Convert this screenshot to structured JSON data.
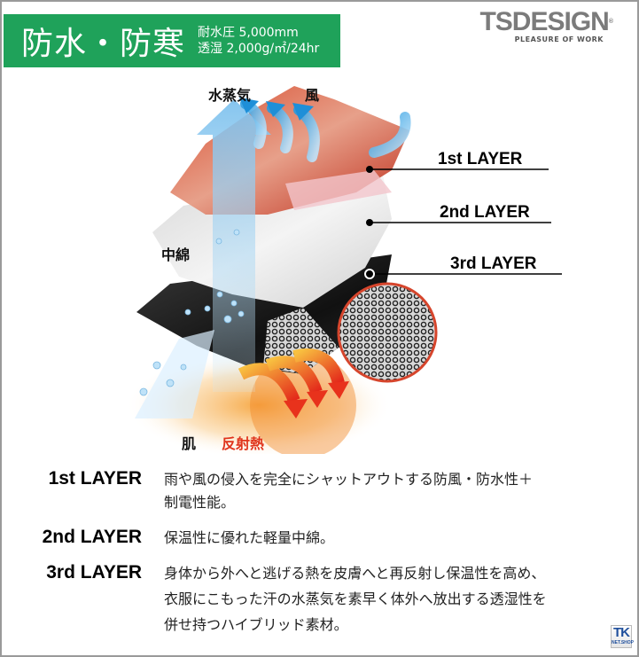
{
  "header": {
    "title": "防水・防寒",
    "specs": [
      "耐水圧 5,000mm",
      "透湿 2,000g/㎡/24hr"
    ],
    "accent_color": "#1fa25a"
  },
  "logo": {
    "brand": "TSDESIGN",
    "registered": "®",
    "tagline": "PLEASURE OF WORK"
  },
  "diagram": {
    "labels": {
      "vapor": "水蒸気",
      "wind": "風",
      "padding": "中綿",
      "skin": "肌",
      "reflected_heat": "反射熱"
    },
    "layers": [
      {
        "label": "1st LAYER",
        "color": "#c8321e"
      },
      {
        "label": "2nd LAYER",
        "color": "#e8e8e8"
      },
      {
        "label": "3rd LAYER",
        "color": "#1a1a1a"
      }
    ],
    "heat_color": "#f07a18",
    "vapor_color": "#8cc8ee"
  },
  "descriptions": [
    {
      "title": "1st LAYER",
      "lines": [
        "雨や風の侵入を完全にシャットアウトする防風・防水性＋",
        "制電性能。"
      ]
    },
    {
      "title": "2nd LAYER",
      "lines": [
        "保温性に優れた軽量中綿。"
      ]
    },
    {
      "title": "3rd LAYER",
      "lines": [
        "身体から外へと逃げる熱を皮膚へと再反射し保温性を高め、",
        "衣服にこもった汗の水蒸気を素早く体外へ放出する透湿性を",
        "併せ持つハイブリッド素材。"
      ]
    }
  ],
  "badge": {
    "main": "TK",
    "sub": "NET.SHOP"
  }
}
